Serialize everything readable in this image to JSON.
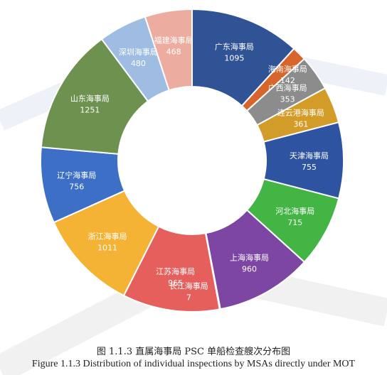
{
  "chart_data": {
    "type": "pie",
    "donut": true,
    "legend": "none",
    "categories": [
      "广东海事局",
      "海南海事局",
      "广西海事局",
      "连云港海事局",
      "天津海事局",
      "河北海事局",
      "上海海事局",
      "长江海事局",
      "江苏海事局",
      "浙江海事局",
      "辽宁海事局",
      "山东海事局",
      "深圳海事局",
      "福建海事局"
    ],
    "values": [
      1095,
      142,
      353,
      361,
      755,
      715,
      960,
      7,
      965,
      1011,
      756,
      1251,
      480,
      468
    ],
    "value_labels": [
      "1095",
      "142",
      "353",
      "361",
      "755",
      "715",
      "960",
      "7",
      "965",
      "1011",
      "756",
      "1251",
      "480",
      "468"
    ],
    "colors": [
      "#2f5395",
      "#d8662c",
      "#8c8c8c",
      "#d39b27",
      "#2e54a1",
      "#43b544",
      "#7c46a2",
      "#7b3fa6",
      "#e5605d",
      "#f5b335",
      "#3d6fc6",
      "#6d914f",
      "#9fbde3",
      "#ecada0"
    ],
    "title_cn": "图 1.1.3 直属海事局 PSC 单船检查艘次分布图",
    "title_en": "Figure 1.1.3 Distribution of individual inspections by MSAs directly under MOT"
  }
}
